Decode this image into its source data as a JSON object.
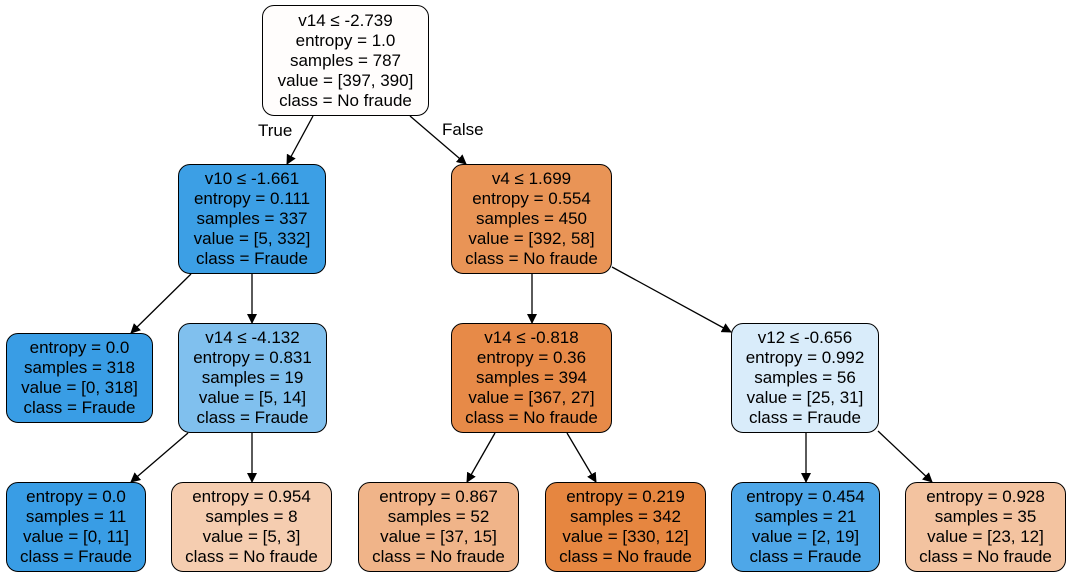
{
  "tree": {
    "edge_labels": {
      "true": "True",
      "false": "False"
    },
    "nodes": [
      {
        "id": "root",
        "split": "v14 ≤ -2.739",
        "entropy": "entropy = 1.0",
        "samples": "samples = 787",
        "value": "value = [397, 390]",
        "class": "class = No fraude",
        "fill": "#fffdfc"
      },
      {
        "id": "n1",
        "split": "v10 ≤ -1.661",
        "entropy": "entropy = 0.111",
        "samples": "samples = 337",
        "value": "value = [5, 332]",
        "class": "class = Fraude",
        "fill": "#3c9fe5"
      },
      {
        "id": "n2",
        "split": "v4 ≤ 1.699",
        "entropy": "entropy = 0.554",
        "samples": "samples = 450",
        "value": "value = [392, 58]",
        "class": "class = No fraude",
        "fill": "#e99456"
      },
      {
        "id": "n3",
        "split": "",
        "entropy": "entropy = 0.0",
        "samples": "samples = 318",
        "value": "value = [0, 318]",
        "class": "class = Fraude",
        "fill": "#399de5"
      },
      {
        "id": "n4",
        "split": "v14 ≤ -4.132",
        "entropy": "entropy = 0.831",
        "samples": "samples = 19",
        "value": "value = [5, 14]",
        "class": "class = Fraude",
        "fill": "#80c0ee"
      },
      {
        "id": "n5",
        "split": "v14 ≤ -0.818",
        "entropy": "entropy = 0.36",
        "samples": "samples = 394",
        "value": "value = [367, 27]",
        "class": "class = No fraude",
        "fill": "#e78a48"
      },
      {
        "id": "n6",
        "split": "v12 ≤ -0.656",
        "entropy": "entropy = 0.992",
        "samples": "samples = 56",
        "value": "value = [25, 31]",
        "class": "class = Fraude",
        "fill": "#d9ecfa"
      },
      {
        "id": "n7",
        "split": "",
        "entropy": "entropy = 0.0",
        "samples": "samples = 11",
        "value": "value = [0, 11]",
        "class": "class = Fraude",
        "fill": "#399de5"
      },
      {
        "id": "n8",
        "split": "",
        "entropy": "entropy = 0.954",
        "samples": "samples = 8",
        "value": "value = [5, 3]",
        "class": "class = No fraude",
        "fill": "#f5cdb0"
      },
      {
        "id": "n9",
        "split": "",
        "entropy": "entropy = 0.867",
        "samples": "samples = 52",
        "value": "value = [37, 15]",
        "class": "class = No fraude",
        "fill": "#f0b489"
      },
      {
        "id": "n10",
        "split": "",
        "entropy": "entropy = 0.219",
        "samples": "samples = 342",
        "value": "value = [330, 12]",
        "class": "class = No fraude",
        "fill": "#e68640"
      },
      {
        "id": "n11",
        "split": "",
        "entropy": "entropy = 0.454",
        "samples": "samples = 21",
        "value": "value = [2, 19]",
        "class": "class = Fraude",
        "fill": "#4ea7e8"
      },
      {
        "id": "n12",
        "split": "",
        "entropy": "entropy = 0.928",
        "samples": "samples = 35",
        "value": "value = [23, 12]",
        "class": "class = No fraude",
        "fill": "#f3c3a0"
      }
    ]
  }
}
